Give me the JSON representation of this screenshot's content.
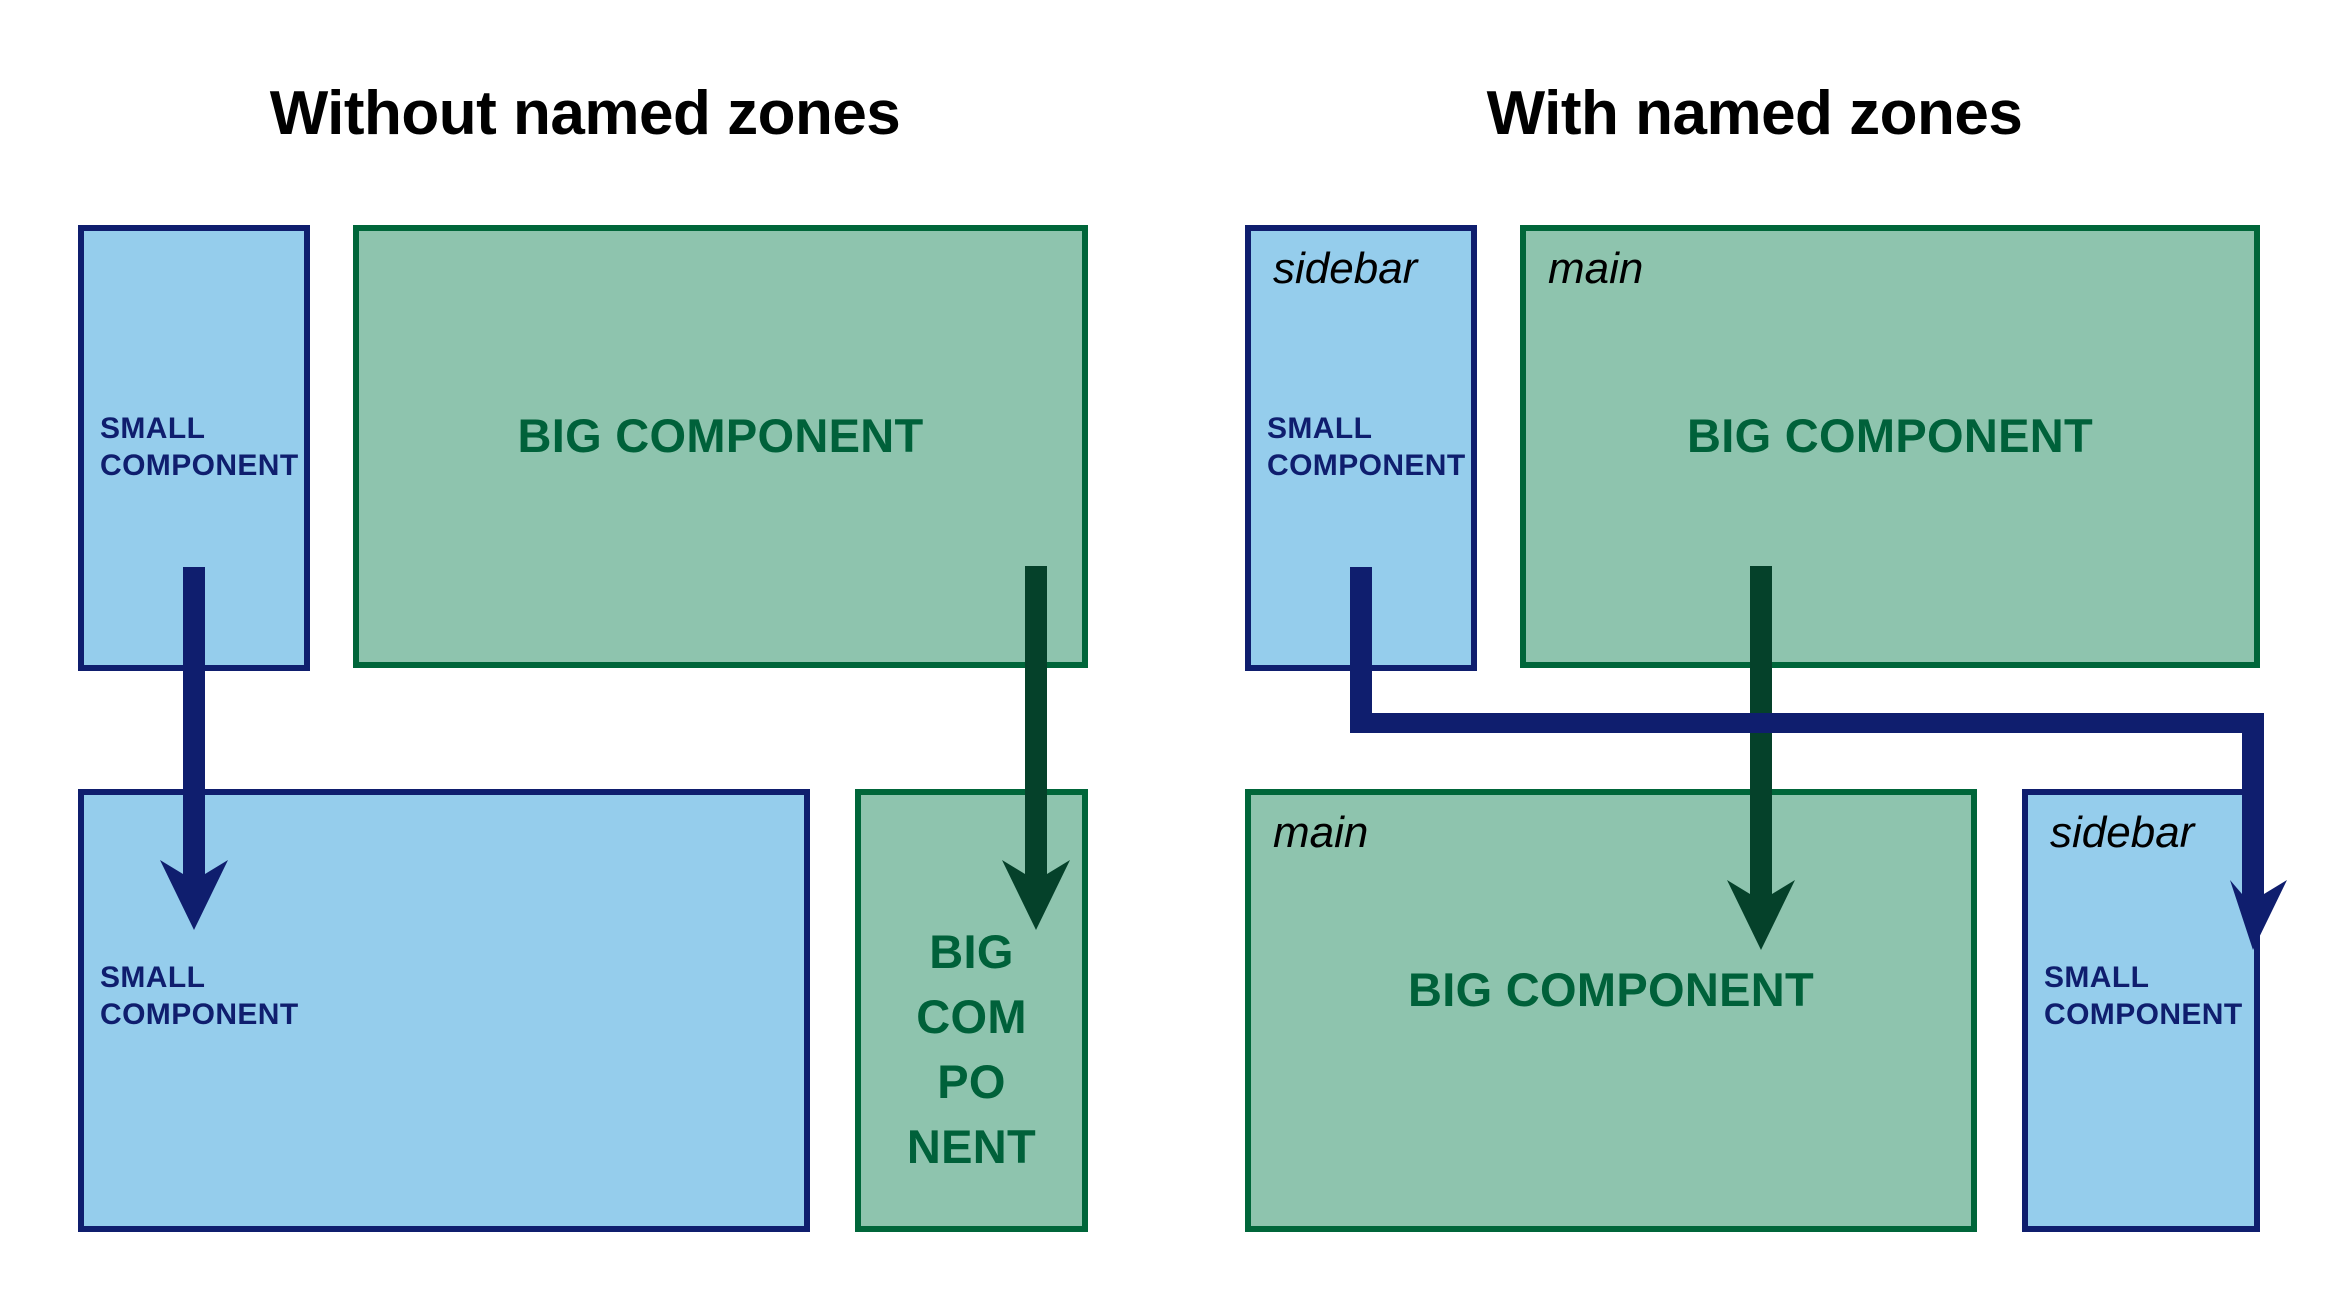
{
  "diagram": {
    "title_left": "Without named zones",
    "title_right": "With named zones",
    "colors": {
      "blue_fill": "#95CDEC",
      "blue_stroke": "#0F1E6E",
      "green_fill": "#8EC4AE",
      "green_stroke": "#00663A",
      "blue_text": "#0F1E6E",
      "green_text": "#00613A",
      "zone_label_text": "#000000",
      "background": "#FFFFFF"
    }
  },
  "left_panel": {
    "top_row": {
      "small_box_label_line1": "SMALL",
      "small_box_label_line2": "COMPONENT",
      "big_box_label": "BIG COMPONENT"
    },
    "bottom_row": {
      "small_box_label_line1": "SMALL",
      "small_box_label_line2": "COMPONENT",
      "big_box_label_line1": "BIG",
      "big_box_label_line2": "COM",
      "big_box_label_line3": "PO",
      "big_box_label_line4": "NENT"
    }
  },
  "right_panel": {
    "top_row": {
      "small_zone_name": "sidebar",
      "small_box_label_line1": "SMALL",
      "small_box_label_line2": "COMPONENT",
      "big_zone_name": "main",
      "big_box_label": "BIG COMPONENT"
    },
    "bottom_row": {
      "big_zone_name": "main",
      "big_box_label": "BIG COMPONENT",
      "small_zone_name": "sidebar",
      "small_box_label_line1": "SMALL",
      "small_box_label_line2": "COMPONENT"
    }
  }
}
